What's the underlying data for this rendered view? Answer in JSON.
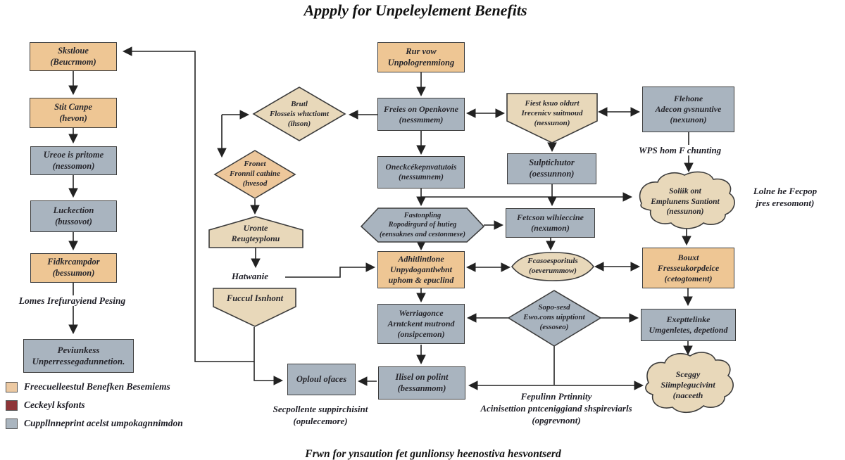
{
  "title": "Appply for Unpeleylement Benefits",
  "caption": "Frwn for ynsaution fet gunlionsy heenostiva hesvontserd",
  "colors": {
    "process_tan": "#eec694",
    "shape_cream": "#e8d8ba",
    "process_gray": "#a9b4bf",
    "legend_red": "#8e3538",
    "line": "#222222"
  },
  "legend": {
    "items": [
      {
        "label": "Freecuelleestul Benefken Besemiems"
      },
      {
        "label": "Ceckeyl ksfonts"
      },
      {
        "label": "Cuppllnneprint acelst umpokagnnimdon"
      }
    ]
  },
  "nodes": {
    "skstloue": {
      "lines": [
        "Skstloue",
        "(Beucrmom)"
      ]
    },
    "stit_canpe": {
      "lines": [
        "Stit Canpe",
        "(hevon)"
      ]
    },
    "ureoe": {
      "lines": [
        "Ureoe is pritome",
        "(nessomon)"
      ]
    },
    "luckection": {
      "lines": [
        "Luckection",
        "(bussovot)"
      ]
    },
    "fidkrcampdor": {
      "lines": [
        "Fidkrcampdor",
        "(bessumon)"
      ]
    },
    "peviunkes": {
      "lines": [
        "Peviunkess",
        "Unperressegadunnetion."
      ]
    },
    "oploul": {
      "lines": [
        "Oploul ofaces"
      ]
    },
    "rur_vow": {
      "lines": [
        "Rur vow",
        "Unpologrenmiong"
      ]
    },
    "freies": {
      "lines": [
        "Freies on Openkovne",
        "(nessmmem)"
      ]
    },
    "oneckc": {
      "lines": [
        "Oneckcékepnvatutois",
        "(nessumnem)"
      ]
    },
    "adhitlintlone": {
      "lines": [
        "Adhitlintlone",
        "Unpydogantlwbnt",
        "uphom & epuclind"
      ]
    },
    "werriagonce": {
      "lines": [
        "Werriagonce",
        "Arntckent mutrond",
        "(onsipcemon)"
      ]
    },
    "ilisel": {
      "lines": [
        "Ilisel on polint",
        "(bessanmom)"
      ]
    },
    "brutl": {
      "lines": [
        "Brutl",
        "Flosseis whtctiomt",
        "(ihson)"
      ]
    },
    "fronet": {
      "lines": [
        "Fronet",
        "Fronnil cathine",
        "(hvesod"
      ]
    },
    "uronte": {
      "lines": [
        "Uronte",
        "Reugteyplonu"
      ]
    },
    "fuccul": {
      "lines": [
        "Fuccul Isnhont"
      ]
    },
    "fastonpling": {
      "lines": [
        "Fastonpling",
        "Ropodirgurd of hutieg",
        "(eensaknes and cestonmese)"
      ]
    },
    "fiest": {
      "lines": [
        "Fiest ksuo oldurt",
        "Irecenicv suitmoud",
        "(nessunon)"
      ]
    },
    "sulptichutor": {
      "lines": [
        "Sulptichutor",
        "(oessunnon)"
      ]
    },
    "fetcson": {
      "lines": [
        "Fetcson wihieccine",
        "(nexumon)"
      ]
    },
    "fcasoes": {
      "lines": [
        "Fcasoesporituls",
        "(oeverummow)"
      ]
    },
    "sopo": {
      "lines": [
        "Sopo-sesd",
        "Ewo.cons uipptiont",
        "(essoseo)"
      ]
    },
    "flehone": {
      "lines": [
        "Flehone",
        "Adecon gvsnuntive",
        "(nexunon)"
      ]
    },
    "solik": {
      "lines": [
        "Soliik ont",
        "Emplunens Santiont",
        "(nessunon)"
      ]
    },
    "bouxt": {
      "lines": [
        "Bouxt",
        "Fresseukorpdeice",
        "(cetogtoment)"
      ]
    },
    "exepttelinke": {
      "lines": [
        "Exepttelinke",
        "Umgenletes, depetiond"
      ]
    },
    "sceggy": {
      "lines": [
        "Sceggy",
        "Siimplegucivint",
        "(naceeth"
      ]
    }
  },
  "labels": {
    "lomes": "Lomes Irefurayiend Pesing",
    "hatwanie": "Hatwanie",
    "secpollente": [
      "Secpollente suppirchisint",
      "(opulecemore)"
    ],
    "wps": "WPS hom F chunting",
    "lolne": [
      "Lolne he Fecpop",
      "jres eresomont)"
    ],
    "fepulinn": [
      "Fepulinn Prtinnity",
      "Acinisettion pntceniggiand shspireviarls",
      "(opgrevnont)"
    ]
  }
}
